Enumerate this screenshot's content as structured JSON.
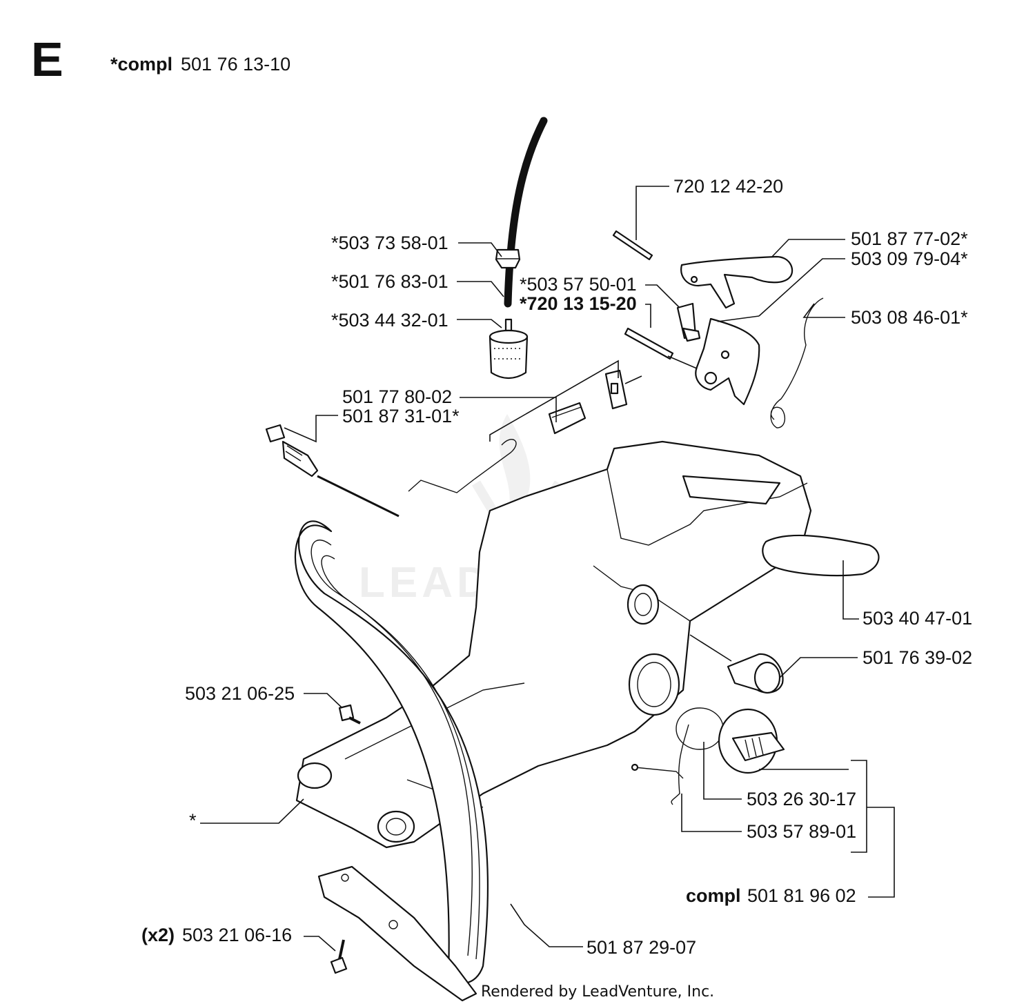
{
  "section": {
    "letter": "E",
    "header_prefix": "*compl",
    "header_number": "501 76 13-10"
  },
  "parts": [
    {
      "id": "p1",
      "number": "720 12 42-20"
    },
    {
      "id": "p2",
      "number": "*503 73 58-01"
    },
    {
      "id": "p3",
      "number": "501 87 77-02*"
    },
    {
      "id": "p4",
      "number": "503 09 79-04*"
    },
    {
      "id": "p5",
      "number": "*501 76 83-01"
    },
    {
      "id": "p6",
      "number": "*503 57 50-01"
    },
    {
      "id": "p7",
      "number": "*720 13 15-20"
    },
    {
      "id": "p8",
      "number": "*503 44 32-01"
    },
    {
      "id": "p9",
      "number": "503 08 46-01*"
    },
    {
      "id": "p10",
      "number": "501 77 80-02"
    },
    {
      "id": "p11",
      "number": "501 87 31-01*"
    },
    {
      "id": "p12",
      "number": "503 40 47-01"
    },
    {
      "id": "p13",
      "number": "501 76 39-02"
    },
    {
      "id": "p14",
      "number": "503 21 06-25"
    },
    {
      "id": "p15",
      "number": "503 26 30-17"
    },
    {
      "id": "p16",
      "number": "*"
    },
    {
      "id": "p17",
      "number": "503 57 89-01"
    },
    {
      "id": "p18",
      "prefix": "compl",
      "number": "501 81 96 02"
    },
    {
      "id": "p19",
      "prefix": "(x2)",
      "number": "503 21 06-16"
    },
    {
      "id": "p20",
      "number": "501 87 29-07"
    }
  ],
  "watermark": "LEADVENTURE",
  "footer": "Rendered by LeadVenture, Inc."
}
